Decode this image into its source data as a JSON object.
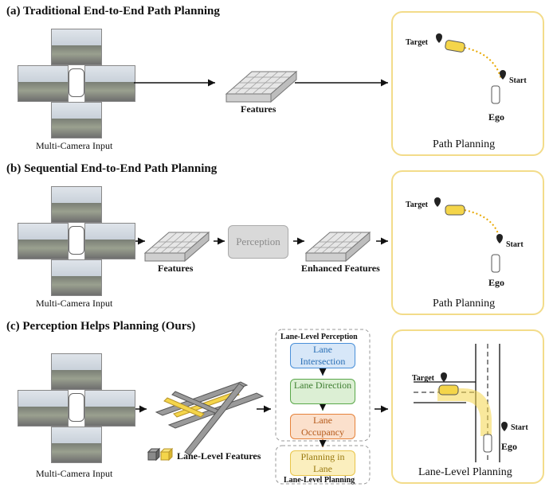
{
  "section_a": {
    "title": "(a) Traditional End-to-End Path Planning",
    "input_label": "Multi-Camera Input",
    "features_label": "Features",
    "panel_label": "Path Planning",
    "target_label": "Target",
    "start_label": "Start",
    "ego_label": "Ego"
  },
  "section_b": {
    "title": "(b) Sequential End-to-End Path Planning",
    "input_label": "Multi-Camera Input",
    "features_label": "Features",
    "perception_label": "Perception",
    "enhanced_label": "Enhanced Features",
    "panel_label": "Path Planning",
    "target_label": "Target",
    "start_label": "Start",
    "ego_label": "Ego"
  },
  "section_c": {
    "title": "(c) Perception Helps Planning (Ours)",
    "input_label": "Multi-Camera Input",
    "lane_features_label": "Lane-Level Features",
    "perception_group_label": "Lane-Level Perception",
    "planning_group_label": "Lane-Level Planning",
    "box_intersection": "Lane Intersection",
    "box_direction": "Lane Direction",
    "box_occupancy": "Lane Occupancy",
    "box_planning": "Planning in Lane",
    "panel_label": "Lane-Level Planning",
    "target_label": "Target",
    "start_label": "Start",
    "ego_label": "Ego"
  },
  "colors": {
    "panel_border": "#f3dc8a",
    "intersection": "#4a90d9",
    "direction": "#5aa84a",
    "occupancy": "#e5823a",
    "planning": "#e8c44a",
    "perception_gray": "#9a9a9a"
  }
}
